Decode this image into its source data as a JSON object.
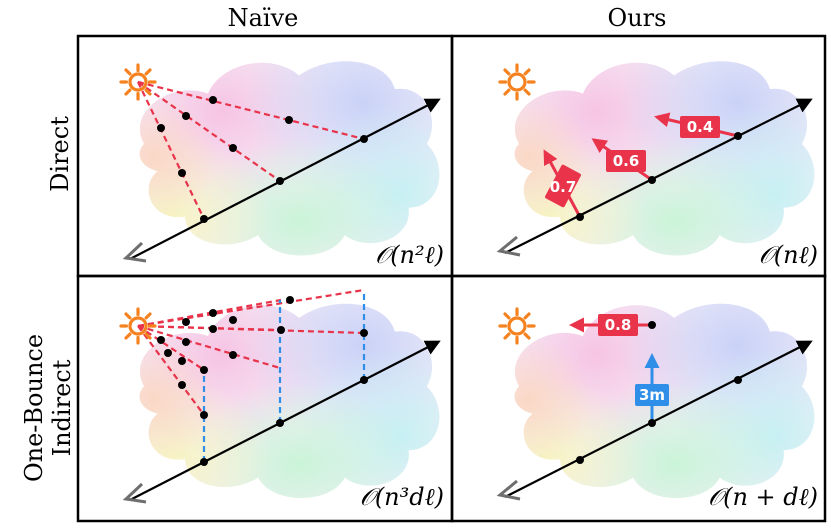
{
  "columns": [
    "Naïve",
    "Ours"
  ],
  "rows": [
    {
      "title": "Direct"
    },
    {
      "title_line1": "One-Bounce",
      "title_line2": "Indirect"
    }
  ],
  "panels": {
    "naive_direct": {
      "complexity": "𝒪(n²ℓ)"
    },
    "ours_direct": {
      "complexity": "𝒪(nℓ)",
      "tags": [
        "0.7",
        "0.6",
        "0.4"
      ]
    },
    "naive_indirect": {
      "complexity": "𝒪(n³dℓ)"
    },
    "ours_indirect": {
      "complexity": "𝒪(n + dℓ)",
      "tags": [
        "0.8",
        "3m"
      ]
    }
  },
  "colors": {
    "sun": "#F5821F",
    "ray_red": "#E8334A",
    "ray_blue": "#2F8FE8",
    "ray_dir": "#000000",
    "camera_arrow": "#6E6E6E"
  },
  "icons": [
    "sun-icon",
    "camera-arrow-icon"
  ]
}
